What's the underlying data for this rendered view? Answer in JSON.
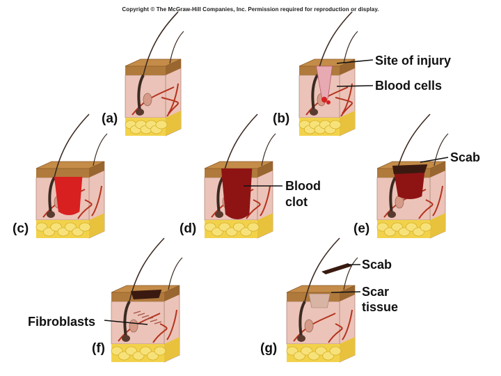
{
  "copyright": "Copyright © The McGraw-Hill Companies, Inc. Permission required for reproduction or display.",
  "panels": [
    {
      "label": "(a)"
    },
    {
      "label": "(b)"
    },
    {
      "label": "(c)"
    },
    {
      "label": "(d)"
    },
    {
      "label": "(e)"
    },
    {
      "label": "(f)"
    },
    {
      "label": "(g)"
    }
  ],
  "callouts": {
    "site_of_injury": "Site of injury",
    "blood_cells": "Blood cells",
    "blood": "Blood",
    "clot": "clot",
    "scab_e": "Scab",
    "fibroblasts": "Fibroblasts",
    "scab_g": "Scab",
    "scar": "Scar",
    "tissue": "tissue"
  },
  "colors": {
    "epidermis": "#b07a3c",
    "dermis": "#ecc3b8",
    "fat": "#f2d24a",
    "vessel": "#b4321e",
    "hair": "#3a2a22",
    "fresh_blood": "#d82020",
    "clot": "#8e1414",
    "scab": "#3a1a10"
  }
}
